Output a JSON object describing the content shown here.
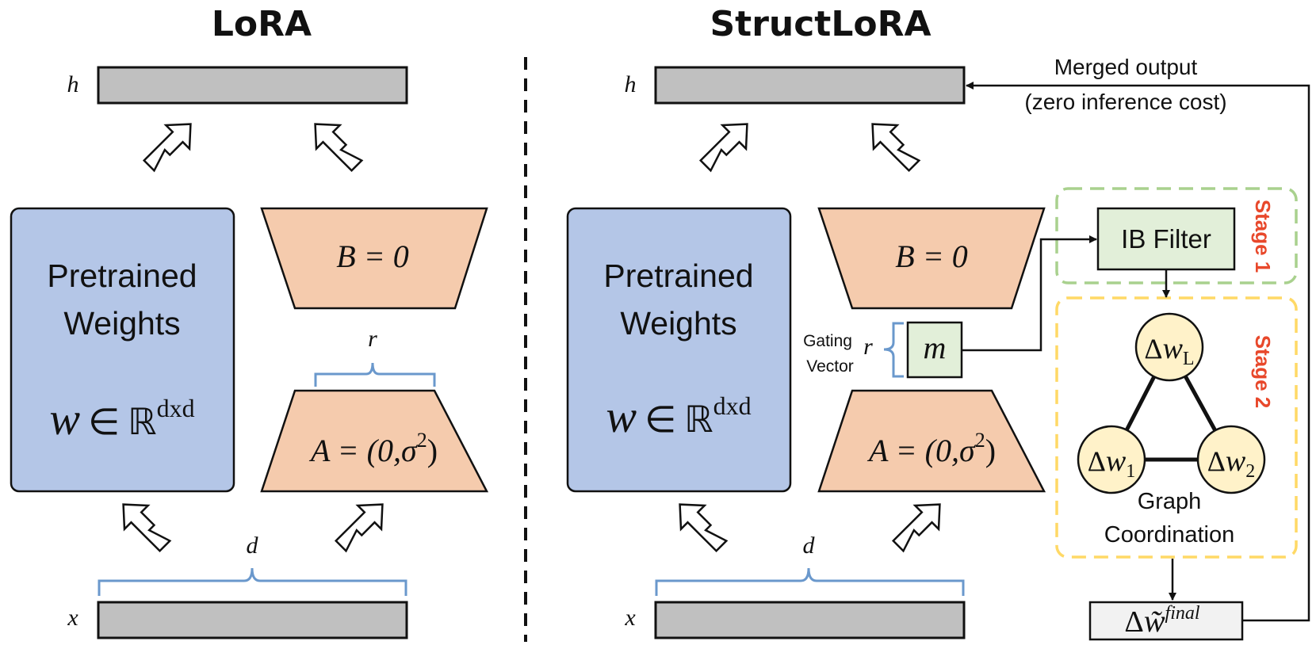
{
  "left_panel": {
    "title": "LoRA",
    "h_label": "h",
    "x_label": "x",
    "pretrained_line1": "Pretrained",
    "pretrained_line2": "Weights",
    "w_symbol": "w",
    "in_symbol": "∈",
    "real_symbol": "ℝ",
    "dim_superscript": "dxd",
    "b_label": "B = 0",
    "a_label_pre": "A = (0,",
    "sigma": "σ",
    "sq": "2",
    "a_label_post": ")",
    "r_label": "r",
    "d_label": "d"
  },
  "right_panel": {
    "title": "StructLoRA",
    "h_label": "h",
    "x_label": "x",
    "pretrained_line1": "Pretrained",
    "pretrained_line2": "Weights",
    "w_symbol": "w",
    "in_symbol": "∈",
    "real_symbol": "ℝ",
    "dim_superscript": "dxd",
    "b_label": "B = 0",
    "a_label_pre": "A = (0,",
    "sigma": "σ",
    "sq": "2",
    "a_label_post": ")",
    "r_label": "r",
    "d_label": "d",
    "gating_line1": "Gating",
    "gating_line2": "Vector",
    "m_label": "m",
    "merged_line1": "Merged output",
    "merged_line2": "(zero inference cost)",
    "ib_filter": "IB Filter",
    "stage1": "Stage 1",
    "stage2": "Stage 2",
    "node_delta": "Δ",
    "node_w": "w",
    "node_l_sub": "L",
    "node_1_sub": "1",
    "node_2_sub": "2",
    "graph_line1": "Graph",
    "graph_line2": "Coordination",
    "final_delta": "Δ",
    "final_w": "w̃",
    "final_sup": "final"
  },
  "colors": {
    "pretrained_fill": "#b4c6e7",
    "trapezoid_fill": "#f5cbad",
    "bar_fill": "#c0c0c0",
    "brace": "#6a98cc",
    "ib_fill": "#e2efd9",
    "m_fill": "#e2efd9",
    "node_fill": "#fff2c9",
    "stage1_border": "#a9d18e",
    "stage2_border": "#ffd966",
    "stage_text": "#e8482b",
    "final_fill": "#f2f2f2"
  }
}
